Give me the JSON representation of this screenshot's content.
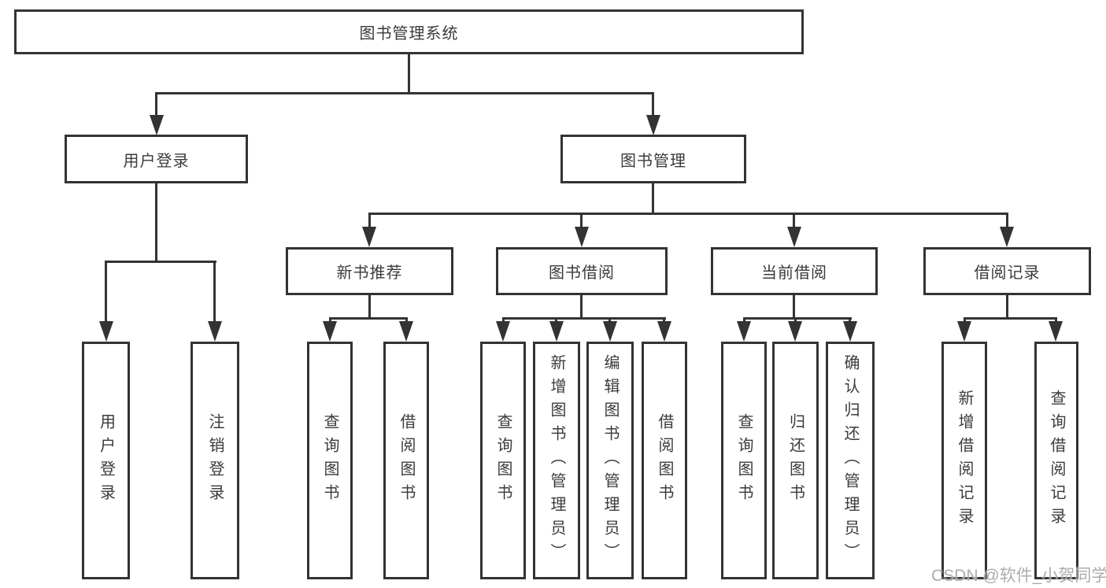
{
  "colors": {
    "line": "#333333",
    "text": "#3b3b3b",
    "background": "#ffffff",
    "watermark": "#9e9e9e"
  },
  "watermark": "CSDN @软件_小贺同学",
  "tree": {
    "root": {
      "label": "图书管理系统",
      "children": [
        {
          "label": "用户登录",
          "children": [
            {
              "label": "用户登录"
            },
            {
              "label": "注销登录"
            }
          ]
        },
        {
          "label": "图书管理",
          "children": [
            {
              "label": "新书推荐",
              "children": [
                {
                  "label": "查询图书"
                },
                {
                  "label": "借阅图书"
                }
              ]
            },
            {
              "label": "图书借阅",
              "children": [
                {
                  "label": "查询图书"
                },
                {
                  "label": "新增图书（管理员）"
                },
                {
                  "label": "编辑图书（管理员）"
                },
                {
                  "label": "借阅图书"
                }
              ]
            },
            {
              "label": "当前借阅",
              "children": [
                {
                  "label": "查询图书"
                },
                {
                  "label": "归还图书"
                },
                {
                  "label": "确认归还（管理员）"
                }
              ]
            },
            {
              "label": "借阅记录",
              "children": [
                {
                  "label": "新增借阅记录"
                },
                {
                  "label": "查询借阅记录"
                }
              ]
            }
          ]
        }
      ]
    }
  }
}
